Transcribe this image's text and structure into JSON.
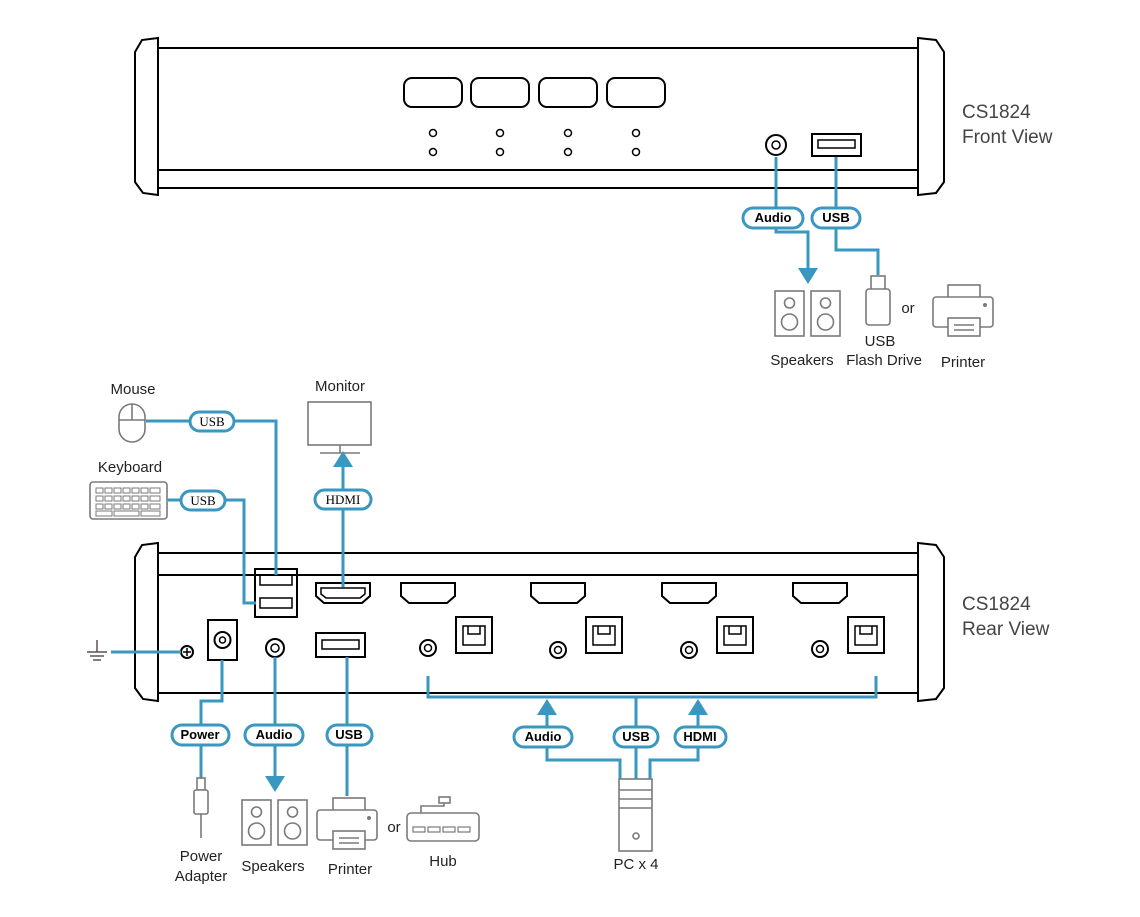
{
  "front": {
    "title_line1": "CS1824",
    "title_line2": "Front View",
    "tag_audio": "Audio",
    "tag_usb": "USB",
    "speakers_label": "Speakers",
    "flash_label_line1": "USB",
    "flash_label_line2": "Flash Drive",
    "or_label": "or",
    "printer_label": "Printer"
  },
  "rear": {
    "title_line1": "CS1824",
    "title_line2": "Rear View",
    "mouse_label": "Mouse",
    "keyboard_label": "Keyboard",
    "monitor_label": "Monitor",
    "tag_usb_mouse": "USB",
    "tag_usb_keyboard": "USB",
    "tag_hdmi_monitor": "HDMI",
    "tag_power": "Power",
    "tag_audio": "Audio",
    "tag_usb_printer": "USB",
    "tag_pc_audio": "Audio",
    "tag_pc_usb": "USB",
    "tag_pc_hdmi": "HDMI",
    "power_label_line1": "Power",
    "power_label_line2": "Adapter",
    "speakers_label": "Speakers",
    "printer_label": "Printer",
    "or_label": "or",
    "hub_label": "Hub",
    "pc_label": "PC x 4"
  },
  "colors": {
    "cable": "#3a97bf",
    "device_outline": "#000000",
    "peripheral_outline": "#7a7a7a"
  }
}
